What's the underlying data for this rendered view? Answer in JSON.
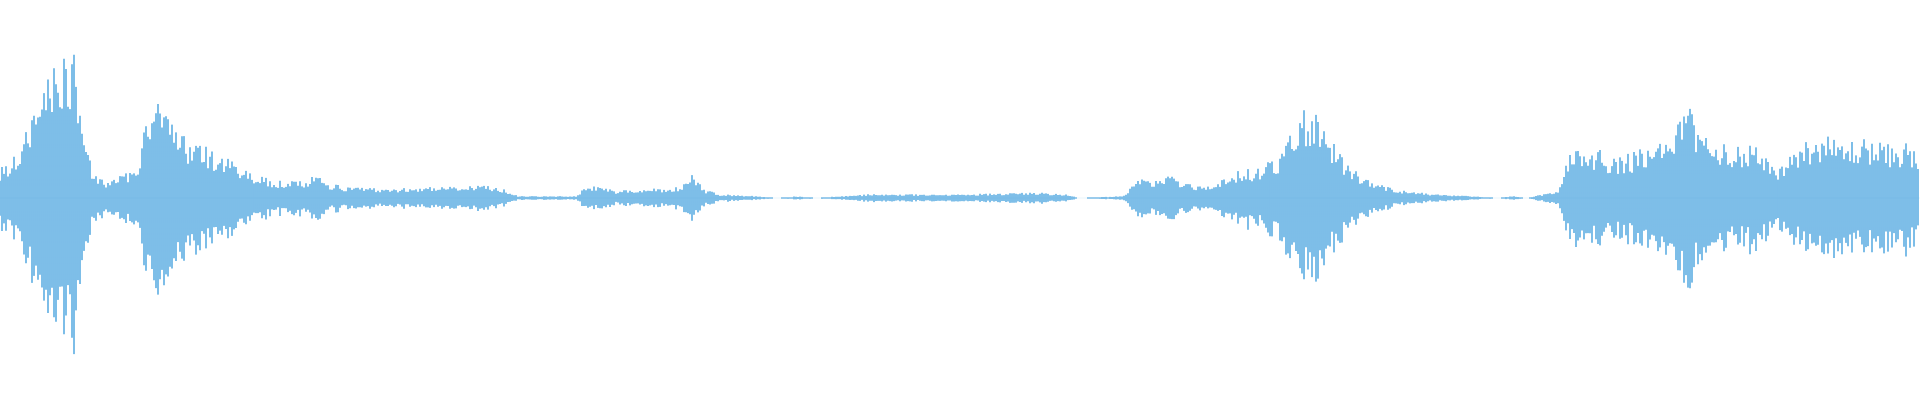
{
  "waveform": {
    "color": "#5dade2",
    "background": "#ffffff",
    "envelope": [
      [
        0.0,
        0.16
      ],
      [
        0.006,
        0.2
      ],
      [
        0.012,
        0.3
      ],
      [
        0.018,
        0.52
      ],
      [
        0.024,
        0.7
      ],
      [
        0.029,
        0.78
      ],
      [
        0.033,
        0.74
      ],
      [
        0.037,
        0.8
      ],
      [
        0.041,
        0.7
      ],
      [
        0.044,
        0.42
      ],
      [
        0.048,
        0.12
      ],
      [
        0.055,
        0.1
      ],
      [
        0.062,
        0.12
      ],
      [
        0.068,
        0.14
      ],
      [
        0.072,
        0.2
      ],
      [
        0.076,
        0.46
      ],
      [
        0.08,
        0.58
      ],
      [
        0.085,
        0.48
      ],
      [
        0.092,
        0.36
      ],
      [
        0.1,
        0.3
      ],
      [
        0.11,
        0.26
      ],
      [
        0.12,
        0.2
      ],
      [
        0.13,
        0.14
      ],
      [
        0.14,
        0.1
      ],
      [
        0.15,
        0.09
      ],
      [
        0.16,
        0.09
      ],
      [
        0.166,
        0.14
      ],
      [
        0.172,
        0.08
      ],
      [
        0.18,
        0.06
      ],
      [
        0.2,
        0.05
      ],
      [
        0.22,
        0.06
      ],
      [
        0.24,
        0.06
      ],
      [
        0.252,
        0.07
      ],
      [
        0.262,
        0.05
      ],
      [
        0.27,
        0.01
      ],
      [
        0.3,
        0.01
      ],
      [
        0.305,
        0.06
      ],
      [
        0.312,
        0.07
      ],
      [
        0.32,
        0.04
      ],
      [
        0.333,
        0.05
      ],
      [
        0.345,
        0.05
      ],
      [
        0.355,
        0.06
      ],
      [
        0.361,
        0.14
      ],
      [
        0.366,
        0.05
      ],
      [
        0.375,
        0.02
      ],
      [
        0.395,
        0.01
      ],
      [
        0.405,
        0.0
      ],
      [
        0.415,
        0.01
      ],
      [
        0.425,
        0.0
      ],
      [
        0.452,
        0.02
      ],
      [
        0.5,
        0.02
      ],
      [
        0.54,
        0.03
      ],
      [
        0.555,
        0.02
      ],
      [
        0.562,
        0.0
      ],
      [
        0.585,
        0.01
      ],
      [
        0.592,
        0.1
      ],
      [
        0.6,
        0.1
      ],
      [
        0.61,
        0.12
      ],
      [
        0.62,
        0.08
      ],
      [
        0.632,
        0.06
      ],
      [
        0.642,
        0.14
      ],
      [
        0.655,
        0.16
      ],
      [
        0.668,
        0.24
      ],
      [
        0.676,
        0.44
      ],
      [
        0.684,
        0.5
      ],
      [
        0.691,
        0.36
      ],
      [
        0.7,
        0.2
      ],
      [
        0.712,
        0.1
      ],
      [
        0.73,
        0.04
      ],
      [
        0.748,
        0.02
      ],
      [
        0.766,
        0.01
      ],
      [
        0.78,
        0.0
      ],
      [
        0.788,
        0.01
      ],
      [
        0.795,
        0.0
      ],
      [
        0.812,
        0.04
      ],
      [
        0.817,
        0.24
      ],
      [
        0.828,
        0.28
      ],
      [
        0.84,
        0.22
      ],
      [
        0.85,
        0.24
      ],
      [
        0.86,
        0.28
      ],
      [
        0.87,
        0.34
      ],
      [
        0.878,
        0.52
      ],
      [
        0.886,
        0.34
      ],
      [
        0.9,
        0.28
      ],
      [
        0.915,
        0.3
      ],
      [
        0.925,
        0.14
      ],
      [
        0.935,
        0.28
      ],
      [
        0.948,
        0.34
      ],
      [
        0.96,
        0.3
      ],
      [
        0.972,
        0.32
      ],
      [
        0.985,
        0.28
      ],
      [
        0.993,
        0.3
      ],
      [
        1.0,
        0.22
      ]
    ]
  }
}
